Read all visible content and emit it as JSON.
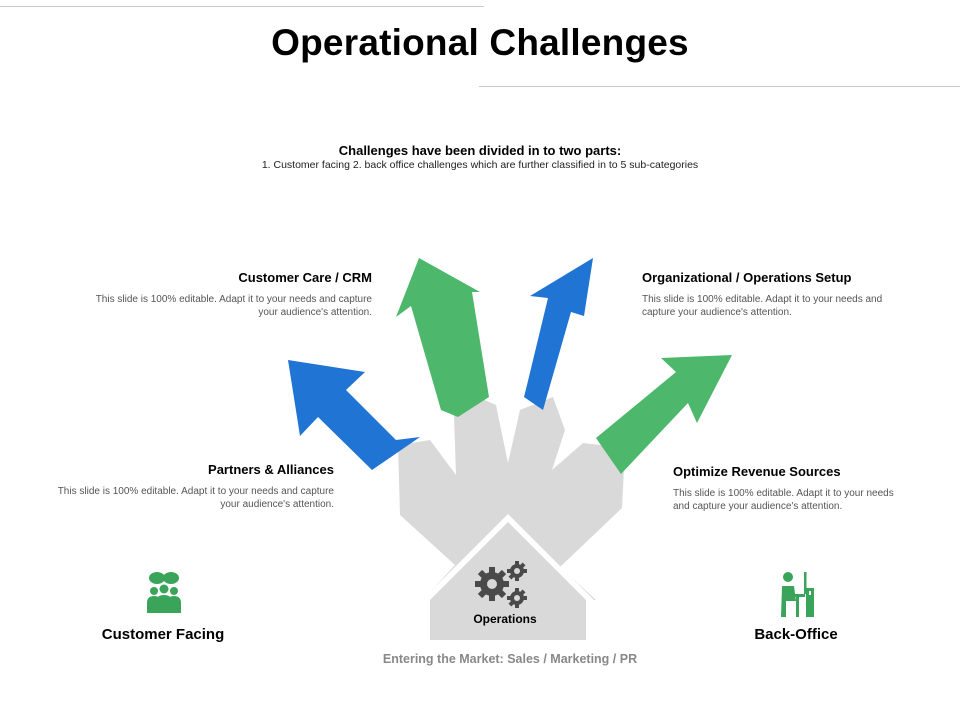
{
  "page": {
    "title": "Operational Challenges",
    "intro_heading": "Challenges have been divided in to two parts:",
    "intro_text": "1. Customer facing 2. back office challenges which are further classified in to 5 sub-categories"
  },
  "blocks": {
    "customer_care": {
      "heading": "Customer Care / CRM",
      "text": "This slide is 100% editable.  Adapt it to your needs and capture your audience's attention."
    },
    "organizational": {
      "heading": "Organizational / Operations Setup",
      "text": "This slide is 100% editable.  Adapt it to your needs and capture your audience's attention."
    },
    "partners": {
      "heading": "Partners & Alliances",
      "text": "This slide is 100% editable.  Adapt it to your needs and capture your audience's attention."
    },
    "optimize": {
      "heading": "Optimize Revenue Sources",
      "text": "This slide is 100% editable.  Adapt it to your needs and capture your audience's attention."
    }
  },
  "labels": {
    "customer_facing": "Customer Facing",
    "back_office": "Back-Office",
    "operations": "Operations",
    "footer": "Entering the Market: Sales / Marketing / PR"
  },
  "colors": {
    "green": "#4db86b",
    "blue": "#1f74d4",
    "gray": "#d9d9d9",
    "gear": "#4a4a4a",
    "rule": "#c8c8c8"
  },
  "icons": {
    "customer_facing": "people-group-icon",
    "back_office": "desk-worker-icon",
    "operations": "gears-icon"
  }
}
